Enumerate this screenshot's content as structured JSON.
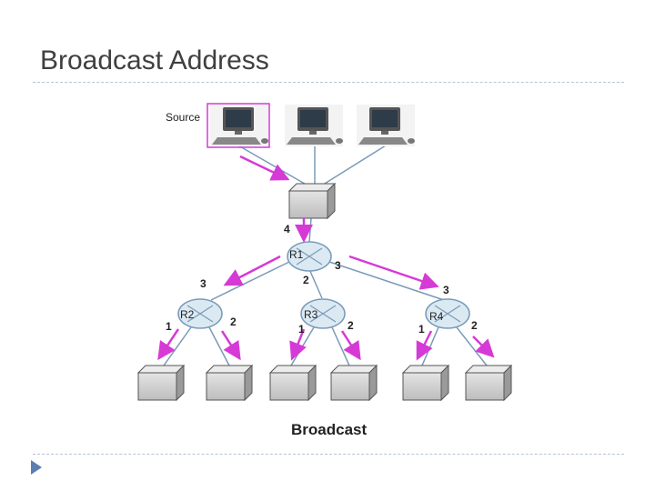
{
  "slide": {
    "title": "Broadcast Address"
  },
  "diagram": {
    "source_label": "Source",
    "caption": "Broadcast",
    "routers": {
      "r1": "R1",
      "r2": "R2",
      "r3": "R3",
      "r4": "R4"
    },
    "ports": {
      "switch_to_r1": "4",
      "r1_to_r4": "3",
      "r1_to_r3": "2",
      "r1_to_r2": "3",
      "r4_in": "3",
      "r2_left": "1",
      "r2_right": "2",
      "r3_left": "1",
      "r3_right": "2",
      "r4_left": "1",
      "r4_right": "2"
    },
    "colors": {
      "arrow": "#d63ad6",
      "line": "#7a9ab8",
      "router_fill": "#dbe9f2",
      "box_fill": "#d0d0d0"
    }
  }
}
